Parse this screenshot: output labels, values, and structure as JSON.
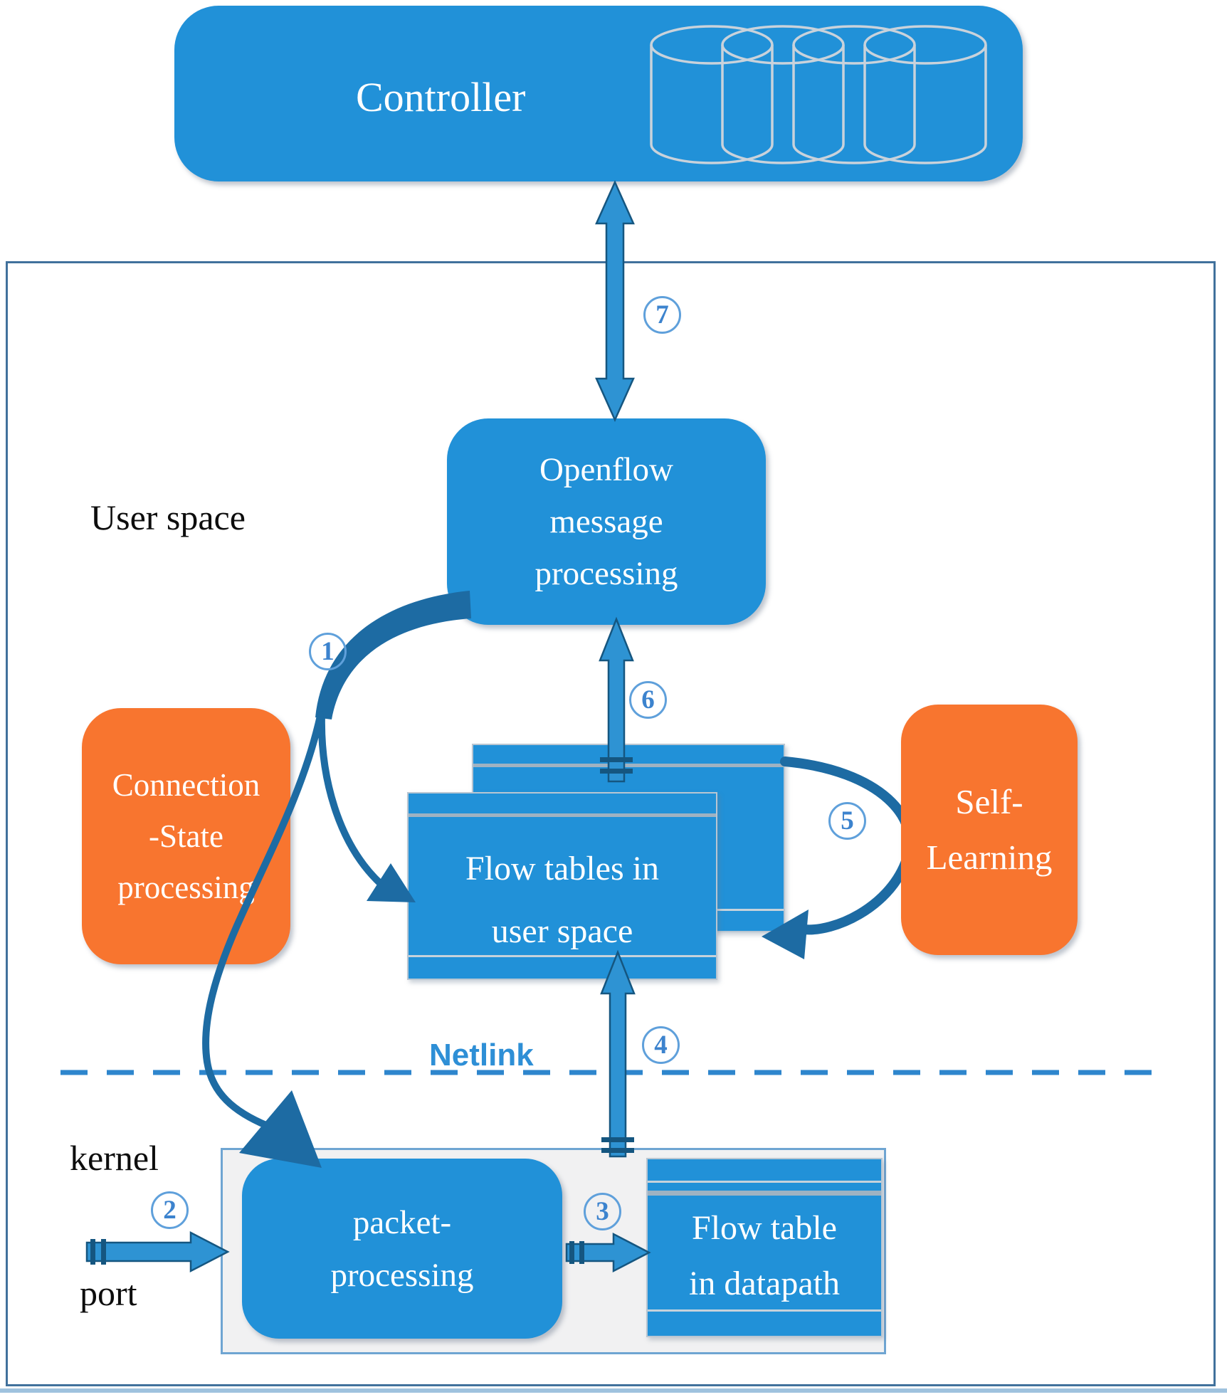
{
  "diagram": {
    "title_region": {
      "controller": {
        "label": "Controller"
      }
    },
    "user_space_region": {
      "region_label": "User space",
      "openflow_box": {
        "lines": [
          "Openflow",
          "message",
          "processing"
        ]
      },
      "connection_state_box": {
        "lines": [
          "Connection",
          "-State",
          "processing"
        ]
      },
      "flow_tables_user_box": {
        "lines": [
          "Flow tables in",
          "user space"
        ]
      },
      "self_learning_box": {
        "lines": [
          "Self-",
          "Learning"
        ]
      }
    },
    "boundary": {
      "netlink_label": "Netlink"
    },
    "kernel_region": {
      "region_label": "kernel",
      "port_label": "port",
      "packet_processing_box": {
        "lines": [
          "packet-",
          "processing"
        ]
      },
      "flow_table_datapath_box": {
        "lines": [
          "Flow table",
          "in datapath"
        ]
      }
    },
    "steps": {
      "s1": "1",
      "s2": "2",
      "s3": "3",
      "s4": "4",
      "s5": "5",
      "s6": "6",
      "s7": "7"
    }
  },
  "colors": {
    "box_blue": "#2191d8",
    "box_orange": "#f8752f",
    "arrow_fill_blue": "#2e93d3",
    "arrow_outline": "#155680",
    "curve_dark_blue": "#1d6ba3",
    "step_circle_ring": "#5fa0db",
    "step_number_blue": "#3c83ce",
    "netlink_text": "#2e8fd6",
    "dashed_line": "#2e86cd",
    "outer_border": "#41719c",
    "table_line_gray": "#9fb2c2",
    "kernel_panel_fill": "#f1f1f2",
    "kernel_panel_border": "#6fa5d2",
    "cylinder_outline": "#c9d2db"
  }
}
